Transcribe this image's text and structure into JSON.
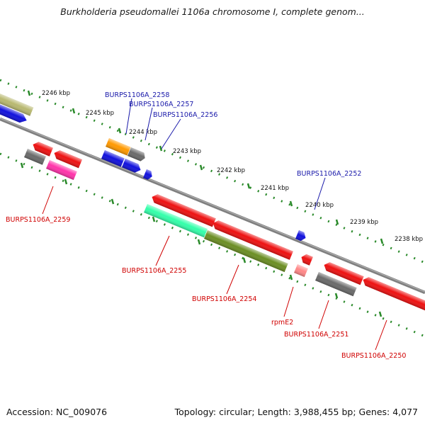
{
  "title": "Burkholderia pseudomallei 1106a chromosome I, complete genom...",
  "footer": {
    "accession": "Accession: NC_009076",
    "summary": "Topology: circular; Length: 3,988,455 bp; Genes: 4,077"
  },
  "colors": {
    "plus_strand_label": "#1a1aaa",
    "minus_strand_label": "#d00000",
    "backbone": "#808080",
    "tick": "#2a8a2a",
    "red": "#ee1111",
    "blue": "#1111dd",
    "gray": "#6a6a6a",
    "orange": "#ff9900",
    "olive": "#6b8e23",
    "mint": "#33ffaa",
    "pink": "#ff33aa",
    "khaki": "#b8b870",
    "salmon": "#ff8888"
  },
  "kbp_labels": [
    "2246 kbp",
    "2245 kbp",
    "2244 kbp",
    "2243 kbp",
    "2242 kbp",
    "2241 kbp",
    "2240 kbp",
    "2239 kbp",
    "2238 kbp"
  ],
  "gene_labels": {
    "g2258": "BURPS1106A_2258",
    "g2257": "BURPS1106A_2257",
    "g2256": "BURPS1106A_2256",
    "g2252": "BURPS1106A_2252",
    "g2259": "BURPS1106A_2259",
    "g2255": "BURPS1106A_2255",
    "g2254": "BURPS1106A_2254",
    "rpmE2": "rpmE2",
    "g2251": "BURPS1106A_2251",
    "g2250": "BURPS1106A_2250"
  }
}
